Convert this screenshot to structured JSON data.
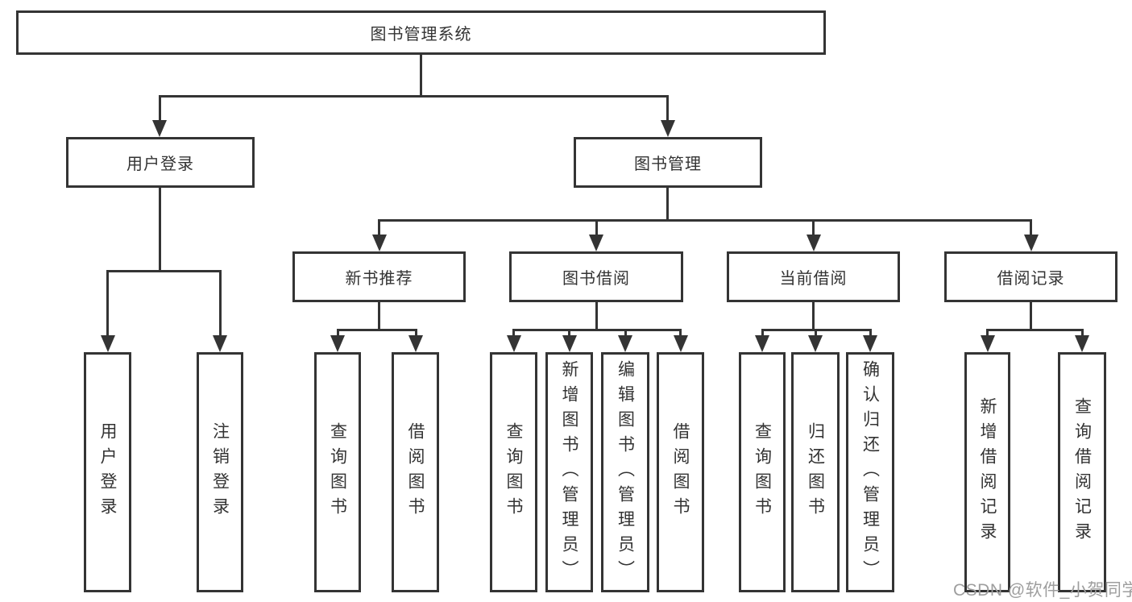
{
  "diagram": {
    "tree": {
      "label": "图书管理系统",
      "children": [
        {
          "label": "用户登录",
          "children": [
            {
              "label": "用户登录"
            },
            {
              "label": "注销登录"
            }
          ]
        },
        {
          "label": "图书管理",
          "children": [
            {
              "label": "新书推荐",
              "children": [
                {
                  "label": "查询图书"
                },
                {
                  "label": "借阅图书"
                }
              ]
            },
            {
              "label": "图书借阅",
              "children": [
                {
                  "label": "查询图书"
                },
                {
                  "label": "新增图书（管理员）"
                },
                {
                  "label": "编辑图书（管理员）"
                },
                {
                  "label": "借阅图书"
                }
              ]
            },
            {
              "label": "当前借阅",
              "children": [
                {
                  "label": "查询图书"
                },
                {
                  "label": "归还图书"
                },
                {
                  "label": "确认归还（管理员）"
                }
              ]
            },
            {
              "label": "借阅记录",
              "children": [
                {
                  "label": "新增借阅记录"
                },
                {
                  "label": "查询借阅记录"
                }
              ]
            }
          ]
        }
      ]
    },
    "colors": {
      "line": "#343434",
      "text": "#333333",
      "background": "#ffffff",
      "watermark": "#9e9e9e"
    }
  },
  "watermark": {
    "text": "CSDN @软件_小贺同学"
  }
}
